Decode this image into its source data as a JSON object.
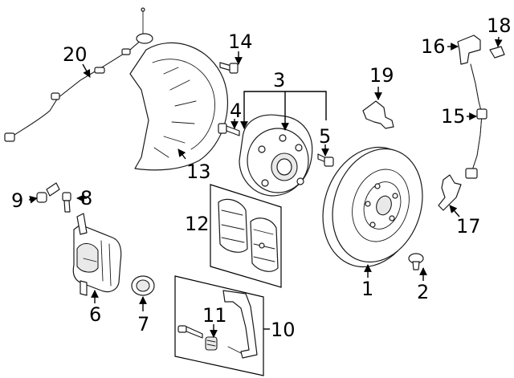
{
  "callouts": {
    "c1": "1",
    "c2": "2",
    "c3": "3",
    "c4": "4",
    "c5": "5",
    "c6": "6",
    "c7": "7",
    "c8": "8",
    "c9": "9",
    "c10": "10",
    "c11": "11",
    "c12": "12",
    "c13": "13",
    "c14": "14",
    "c15": "15",
    "c16": "16",
    "c17": "17",
    "c18": "18",
    "c19": "19",
    "c20": "20"
  },
  "colors": {
    "line": "#1a1a1a",
    "background": "#ffffff",
    "shade": "#e9e9e9"
  }
}
